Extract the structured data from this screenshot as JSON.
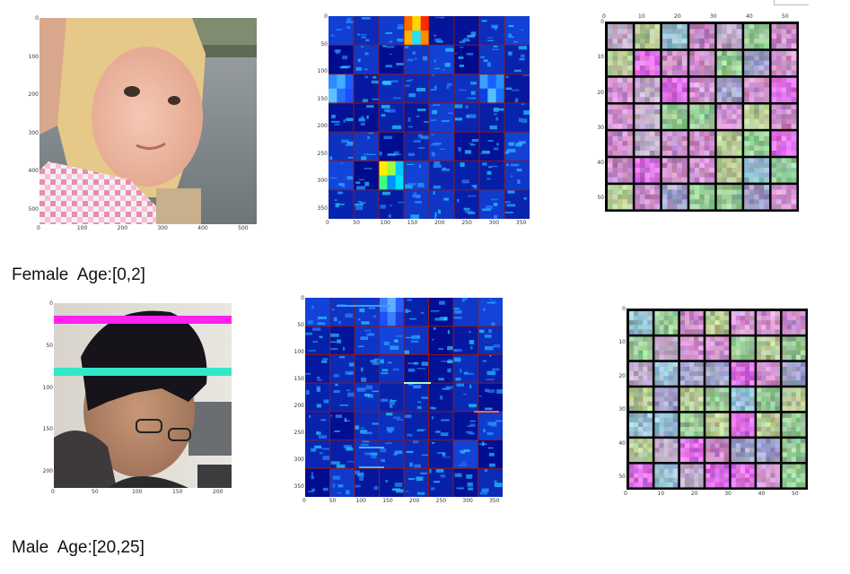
{
  "rows": [
    {
      "caption": "Female  Age:[0,2]",
      "photo": {
        "label": "female-child-photo",
        "x_ticks": [
          "0",
          "100",
          "200",
          "300",
          "400",
          "500"
        ],
        "y_ticks": [
          "0",
          "100",
          "200",
          "300",
          "400",
          "500"
        ]
      },
      "feature_maps": {
        "x_ticks": [
          "0",
          "50",
          "100",
          "150",
          "200",
          "250",
          "300",
          "350"
        ],
        "y_ticks": [
          "0",
          "50",
          "100",
          "150",
          "200",
          "250",
          "300",
          "350"
        ]
      },
      "filters": {
        "x_ticks": [
          "0",
          "10",
          "20",
          "30",
          "40",
          "50"
        ],
        "y_ticks": [
          "0",
          "10",
          "20",
          "30",
          "40",
          "50"
        ]
      }
    },
    {
      "caption": "Male  Age:[20,25]",
      "photo": {
        "label": "male-young-adult-photo",
        "x_ticks": [
          "0",
          "50",
          "100",
          "150",
          "200"
        ],
        "y_ticks": [
          "0",
          "50",
          "100",
          "150",
          "200"
        ]
      },
      "feature_maps": {
        "x_ticks": [
          "0",
          "50",
          "100",
          "150",
          "200",
          "250",
          "300",
          "350"
        ],
        "y_ticks": [
          "0",
          "50",
          "100",
          "150",
          "200",
          "250",
          "300",
          "350"
        ]
      },
      "filters": {
        "x_ticks": [
          "0",
          "10",
          "20",
          "30",
          "40",
          "50"
        ],
        "y_ticks": [
          "0",
          "10",
          "20",
          "30",
          "40",
          "50"
        ]
      }
    }
  ],
  "colors": {
    "feature_bg": "#0a1fb8",
    "grid_line": "#8b1a1a",
    "highlight_magenta": "#ff22ee",
    "highlight_cyan": "#33e8c8"
  }
}
